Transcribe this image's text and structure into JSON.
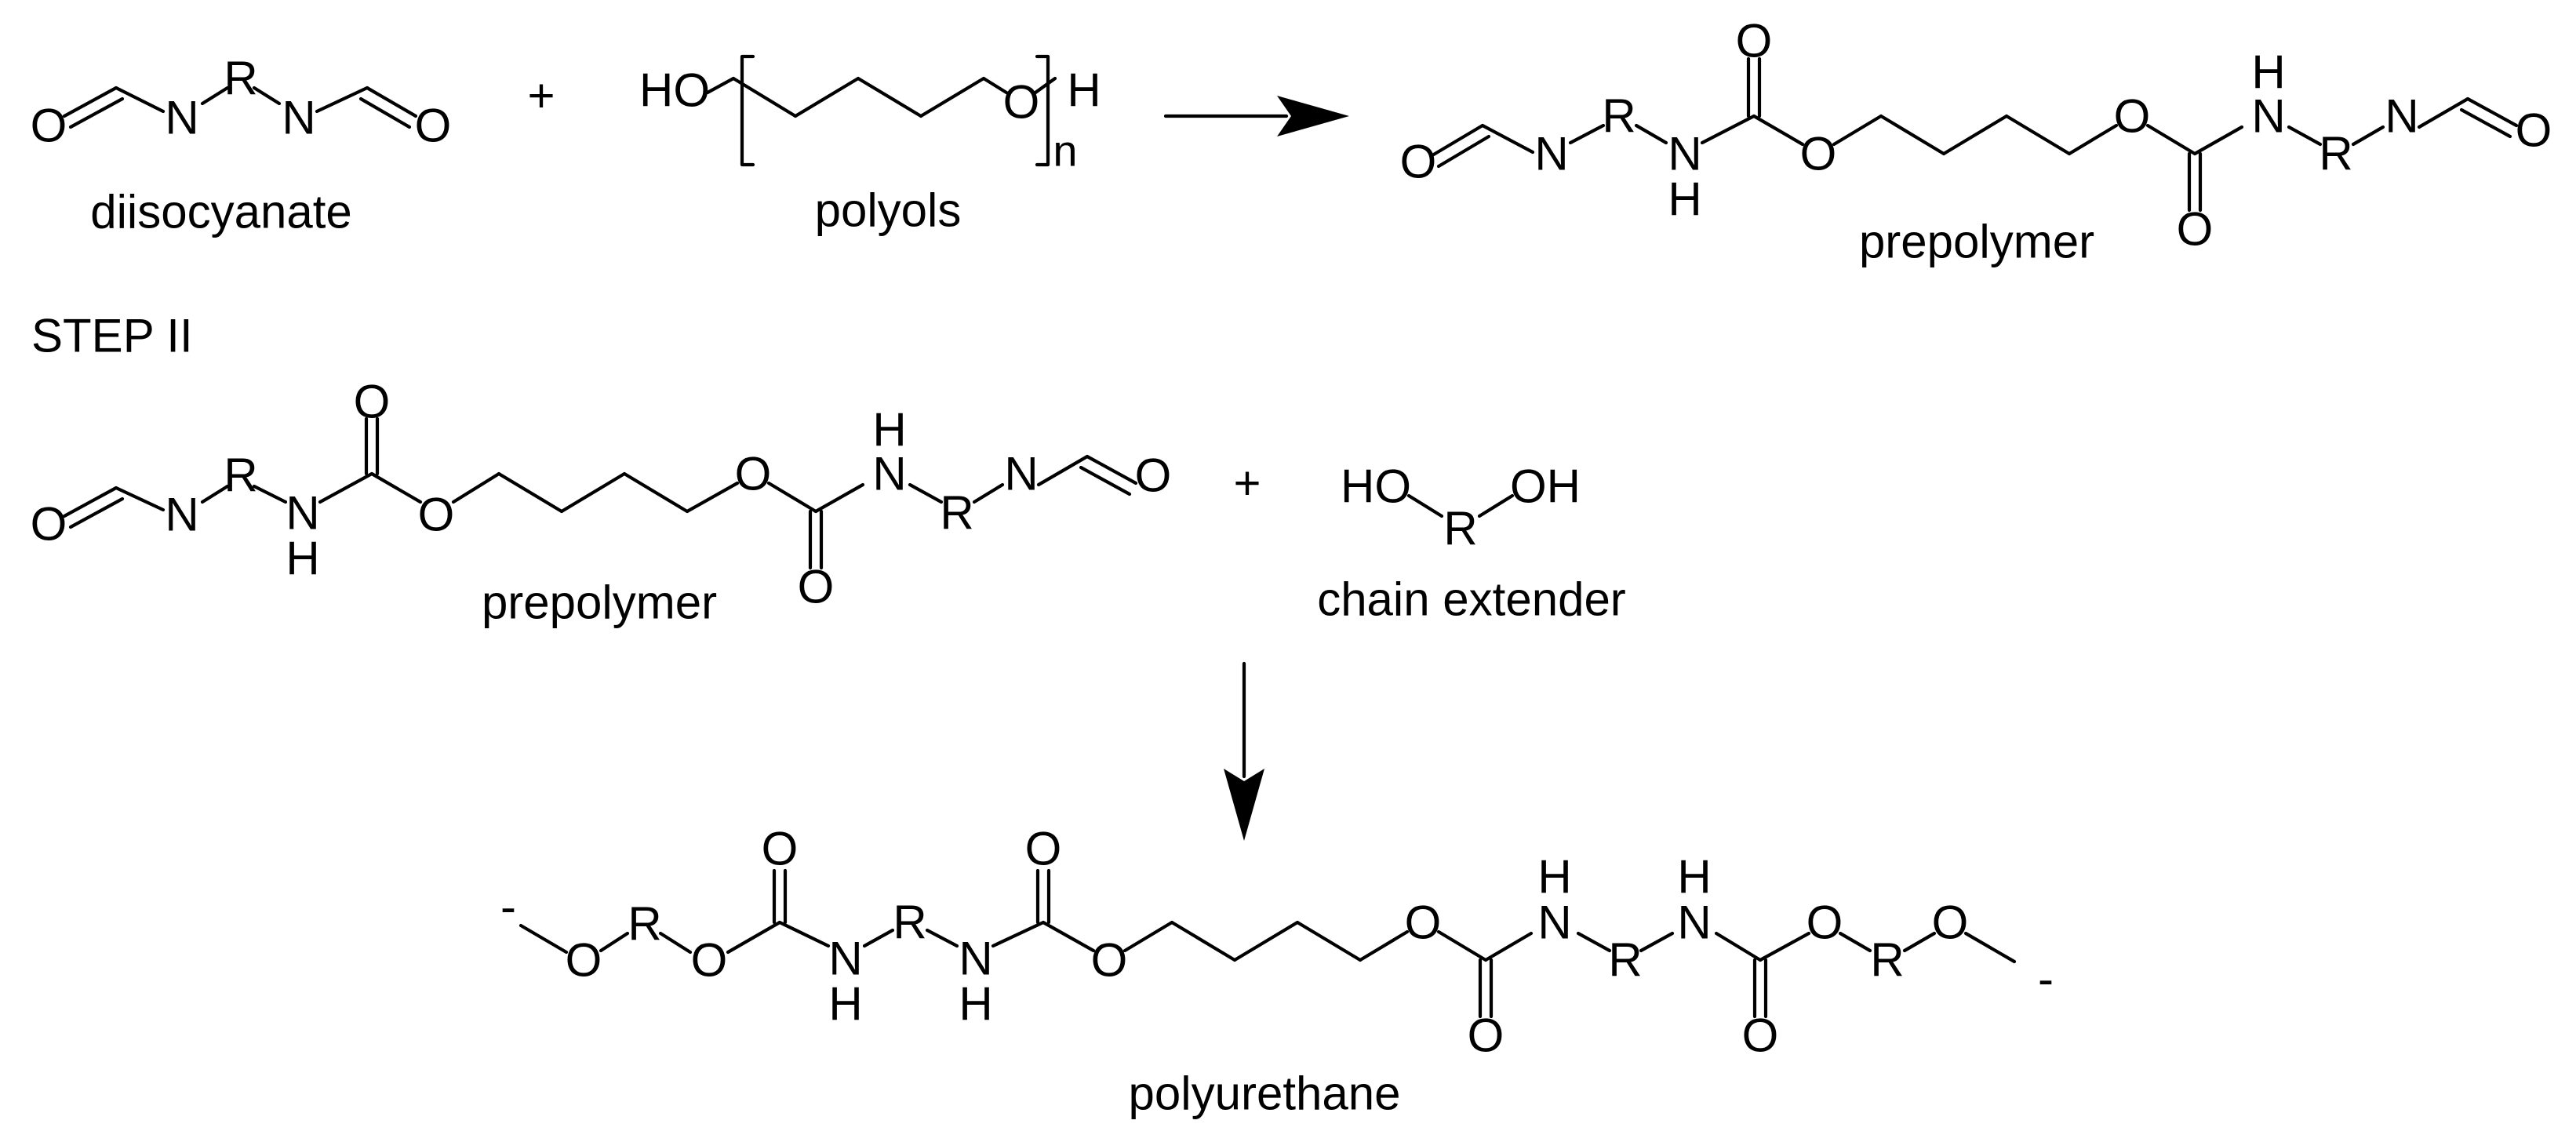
{
  "labels": {
    "diisocyanate": "diisocyanate",
    "polyols": "polyols",
    "prepolymer": "prepolymer",
    "step2": "STEP II",
    "chain_extender": "chain extender",
    "polyurethane": "polyurethane",
    "plus": "+"
  },
  "atoms": {
    "O": "O",
    "N": "N",
    "R": "R",
    "H": "H",
    "HO": "HO",
    "OH": "OH",
    "n": "n",
    "minus": "-"
  }
}
